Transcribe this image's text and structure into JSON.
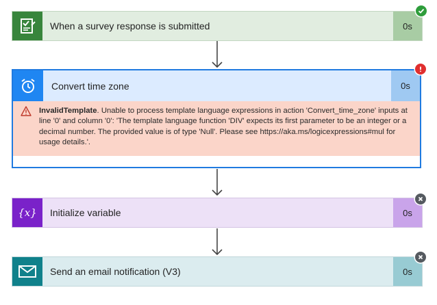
{
  "flow": {
    "steps": [
      {
        "id": "survey",
        "label": "When a survey response is submitted",
        "duration": "0s",
        "status": "succeeded",
        "icon": "survey-form-icon",
        "color": "#38853c"
      },
      {
        "id": "convert",
        "label": "Convert time zone",
        "duration": "0s",
        "status": "failed",
        "icon": "alarm-clock-icon",
        "color": "#1f86f2",
        "error": {
          "title": "InvalidTemplate",
          "message": ". Unable to process template language expressions in action 'Convert_time_zone' inputs at line '0' and column '0': 'The template language function 'DIV' expects its first parameter to be an integer or a decimal number. The provided value is of type 'Null'. Please see https://aka.ms/logicexpressions#mul for usage details.'."
        }
      },
      {
        "id": "init",
        "label": "Initialize variable",
        "duration": "0s",
        "status": "skipped",
        "icon": "variable-braces-icon",
        "color": "#7a22c9"
      },
      {
        "id": "email",
        "label": "Send an email notification (V3)",
        "duration": "0s",
        "status": "skipped",
        "icon": "envelope-icon",
        "color": "#10818b"
      }
    ]
  }
}
